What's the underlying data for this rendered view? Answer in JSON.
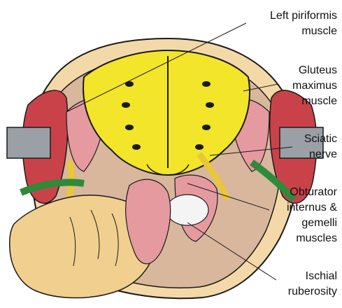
{
  "labels": [
    {
      "id": "left-piriformis",
      "text": "Left piriformis\nmuscle"
    },
    {
      "id": "gluteus-maximus",
      "text": "Gluteus\nmaximus\nmuscle"
    },
    {
      "id": "sciatic-nerve",
      "text": "Sciatic\nnerve"
    },
    {
      "id": "obturator-internus",
      "text": "Obturator\ninternus &\ngemelli\nmuscles"
    },
    {
      "id": "ischial-tuberosity",
      "text": "Ischial\nruberosity"
    }
  ],
  "colors": {
    "sacrum": "#f2e52a",
    "muscle": "#c9424a",
    "muscle_light": "#e59aa0",
    "nerve": "#e8c73a",
    "retractor": "#9aa0a6",
    "vessel_green": "#2f8a3a",
    "hand": "#f1cf8e",
    "outline": "#1a1a1a"
  }
}
